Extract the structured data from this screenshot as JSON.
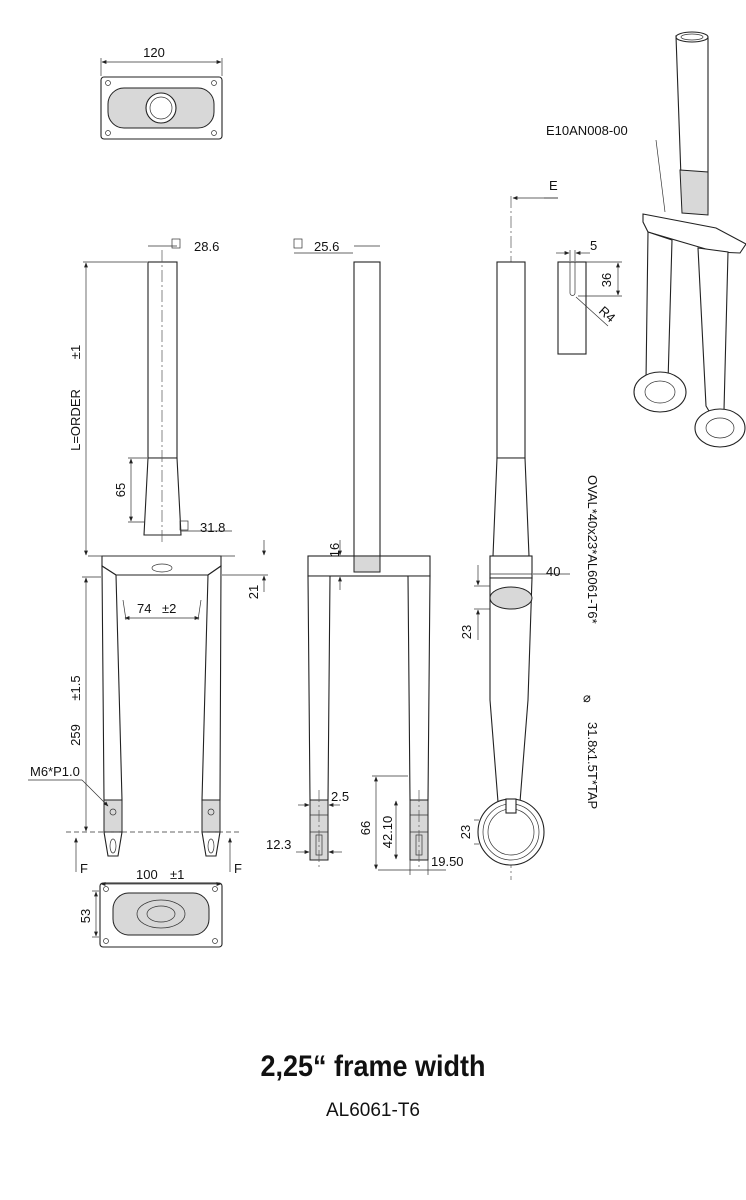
{
  "labels": {
    "top_width": "120",
    "part_number": "E10AN008-00",
    "section_e": "E",
    "steerer_sq1": "28.6",
    "steerer_sq2": "25.6",
    "steerer_base_sq": "31.8",
    "length": "L=ORDER",
    "length_tol": "±1",
    "taper_len": "65",
    "crown_h": "21",
    "crown_h2": "16",
    "leg_spacing": "74",
    "leg_spacing_tol": "±2",
    "leg_len": "259",
    "leg_len_tol": "±1.5",
    "thread": "M6*P1.0",
    "section_f": "F",
    "dropout_dim1": "2.5",
    "dropout_dim2": "12.3",
    "dropout_dim3": "66",
    "dropout_dim4": "42.10",
    "dropout_dim5": "19.50",
    "oval_w": "40",
    "oval_h": "23",
    "oval_spec": "OVAL*40x23*AL6061-T6*",
    "tube_spec": "31.8x1.5T*TAP",
    "clamp_dim": "23",
    "slot_w": "5",
    "slot_h": "36",
    "slot_r": "R4",
    "bottom_width": "100",
    "bottom_width_tol": "±1",
    "bottom_depth": "53"
  },
  "title": "2,25“ frame width",
  "subtitle": "AL6061-T6"
}
